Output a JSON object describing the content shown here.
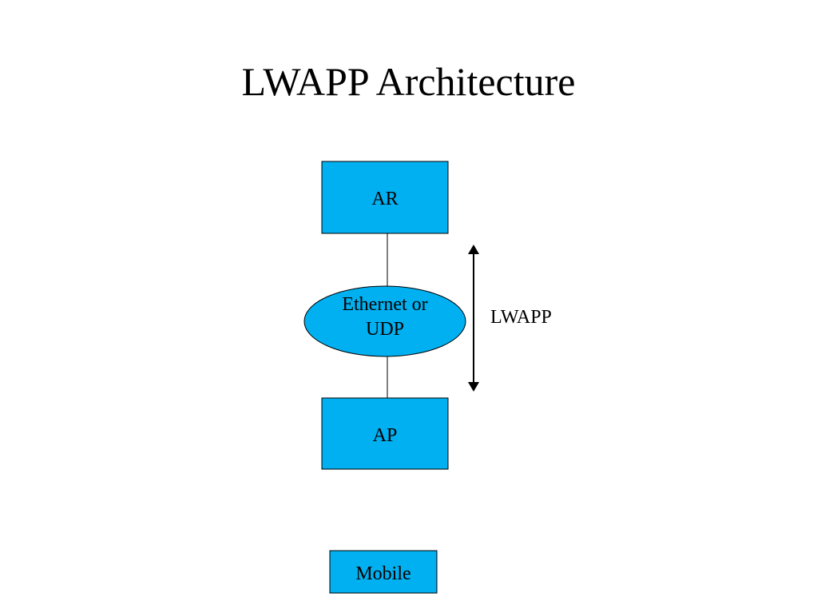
{
  "slide": {
    "title": "LWAPP Architecture"
  },
  "diagram": {
    "node_fill": "#00B0F0",
    "node_stroke": "#000000",
    "nodes": {
      "ar": {
        "label": "AR"
      },
      "network": {
        "label_line1": "Ethernet or",
        "label_line2": "UDP"
      },
      "ap": {
        "label": "AP"
      },
      "mobile": {
        "label": "Mobile"
      }
    },
    "protocol": {
      "label": "LWAPP",
      "arrow": "double-headed vertical"
    }
  }
}
